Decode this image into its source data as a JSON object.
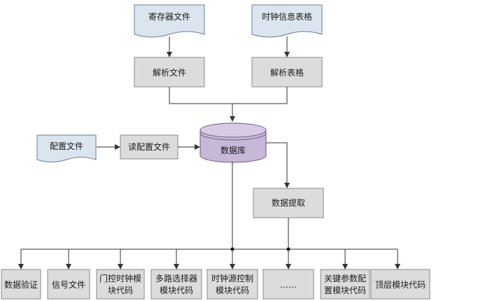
{
  "diagram": {
    "documents": {
      "register_file": "寄存器文件",
      "clock_info_table": "时钟信息表格",
      "config_file": "配置文件"
    },
    "process": {
      "parse_file": "解析文件",
      "parse_table": "解析表格",
      "read_config": "读配置文件",
      "data_extract": "数据提取"
    },
    "database": {
      "label": "数据库",
      "color": "#c7b7d8"
    },
    "outputs": [
      {
        "line1": "数据验证",
        "line2": ""
      },
      {
        "line1": "信号文件",
        "line2": ""
      },
      {
        "line1": "门控时钟模",
        "line2": "块代码"
      },
      {
        "line1": "多路选择器",
        "line2": "模块代码"
      },
      {
        "line1": "时钟源控制",
        "line2": "模块代码"
      },
      {
        "line1": "……",
        "line2": ""
      },
      {
        "line1": "关键参数配",
        "line2": "置模块代码"
      },
      {
        "line1": "顶层模块代码",
        "line2": ""
      }
    ]
  }
}
